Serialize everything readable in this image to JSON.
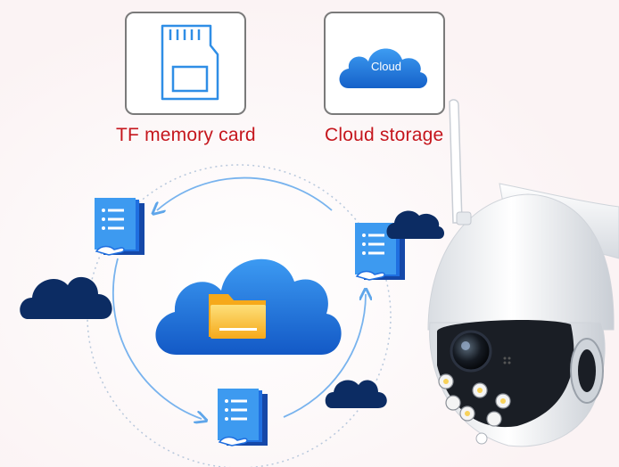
{
  "storage_options": {
    "tf_card": {
      "label": "TF memory card",
      "icon": "sd-card-icon"
    },
    "cloud": {
      "label": "Cloud storage",
      "badge_text": "Cloud",
      "icon": "cloud-icon"
    }
  },
  "diagram": {
    "center_icon": "cloud-folder-icon",
    "document_icons": [
      "document-hand-icon",
      "document-hand-icon",
      "document-hand-icon"
    ],
    "decorative_clouds": [
      "dark-cloud-icon",
      "dark-cloud-icon",
      "dark-cloud-icon"
    ]
  },
  "product": {
    "icon": "ptz-camera-icon"
  },
  "colors": {
    "label_red": "#c5161d",
    "cloud_blue": "#1e6fd9",
    "dark_cloud": "#0c2c63",
    "folder_yellow": "#f7b81f",
    "doc_blue": "#1f6fe0"
  }
}
